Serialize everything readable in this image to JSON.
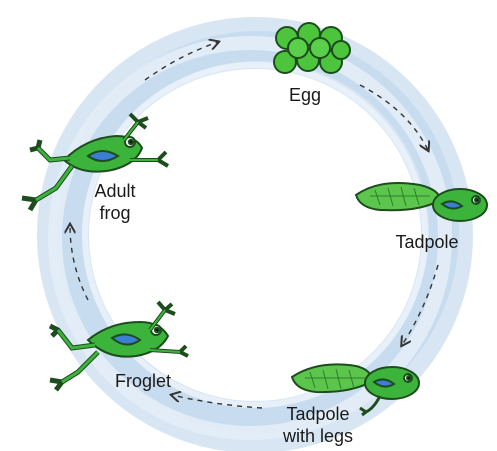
{
  "stages": {
    "egg": "Egg",
    "tadpole": "Tadpole",
    "tadpole_with_legs_line1": "Tadpole",
    "tadpole_with_legs_line2": "with legs",
    "froglet": "Froglet",
    "adult_frog_line1": "Adult",
    "adult_frog_line2": "frog"
  },
  "colors": {
    "ring": "#c9dcee",
    "frog_green": "#3cb43c",
    "frog_dark": "#1d6b1d",
    "egg_green": "#4cc43c",
    "accent_blue": "#3b7fd4",
    "arrow": "#333333"
  },
  "icons": {
    "egg": "egg-cluster-icon",
    "tadpole": "tadpole-icon",
    "tadpole_legs": "tadpole-with-legs-icon",
    "froglet": "froglet-icon",
    "adult": "adult-frog-icon"
  }
}
